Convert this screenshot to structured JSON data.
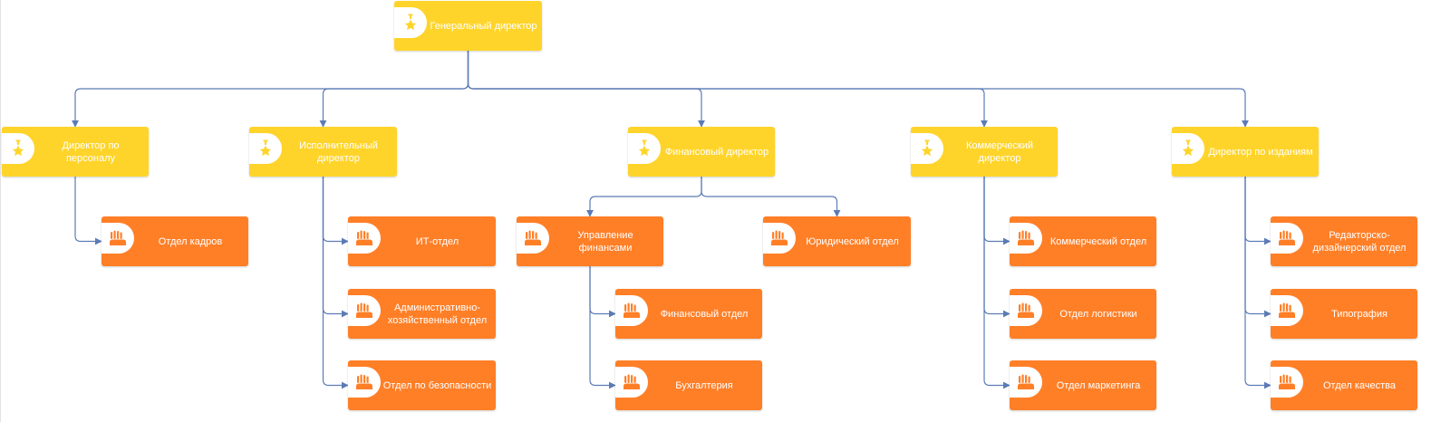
{
  "colors": {
    "executive": "#ffd42a",
    "department": "#ff7f27",
    "connector": "#5b7bb5"
  },
  "nodes": {
    "ceo": {
      "label": "Генеральный директор",
      "icon": "medal-star-icon"
    },
    "hr_director": {
      "label": "Директор по персоналу",
      "icon": "medal-star-icon"
    },
    "exec_director": {
      "label": "Исполнительный директор",
      "icon": "medal-star-icon"
    },
    "fin_director": {
      "label": "Финансовый директор",
      "icon": "medal-star-icon"
    },
    "com_director": {
      "label": "Коммерческий директор",
      "icon": "medal-star-icon"
    },
    "pub_director": {
      "label": "Директор по изданиям",
      "icon": "medal-star-icon"
    },
    "hr_dept": {
      "label": "Отдел кадров",
      "icon": "people-group-icon"
    },
    "it_dept": {
      "label": "ИТ-отдел",
      "icon": "people-group-icon"
    },
    "admin_dept": {
      "label": "Административно-хозяйственный отдел",
      "icon": "people-group-icon"
    },
    "security_dept": {
      "label": "Отдел по безопасности",
      "icon": "people-group-icon"
    },
    "fin_mgmt": {
      "label": "Управление финансами",
      "icon": "people-group-icon"
    },
    "legal_dept": {
      "label": "Юридический отдел",
      "icon": "people-group-icon"
    },
    "fin_dept": {
      "label": "Финансовый отдел",
      "icon": "people-group-icon"
    },
    "accounting": {
      "label": "Бухгалтерия",
      "icon": "people-group-icon"
    },
    "com_dept": {
      "label": "Коммерческий отдел",
      "icon": "people-group-icon"
    },
    "logistics_dept": {
      "label": "Отдел логистики",
      "icon": "people-group-icon"
    },
    "marketing_dept": {
      "label": "Отдел маркетинга",
      "icon": "people-group-icon"
    },
    "design_dept": {
      "label": "Редакторско-дизайнерский отдел",
      "icon": "people-group-icon"
    },
    "printing": {
      "label": "Типография",
      "icon": "people-group-icon"
    },
    "quality_dept": {
      "label": "Отдел качества",
      "icon": "people-group-icon"
    }
  }
}
